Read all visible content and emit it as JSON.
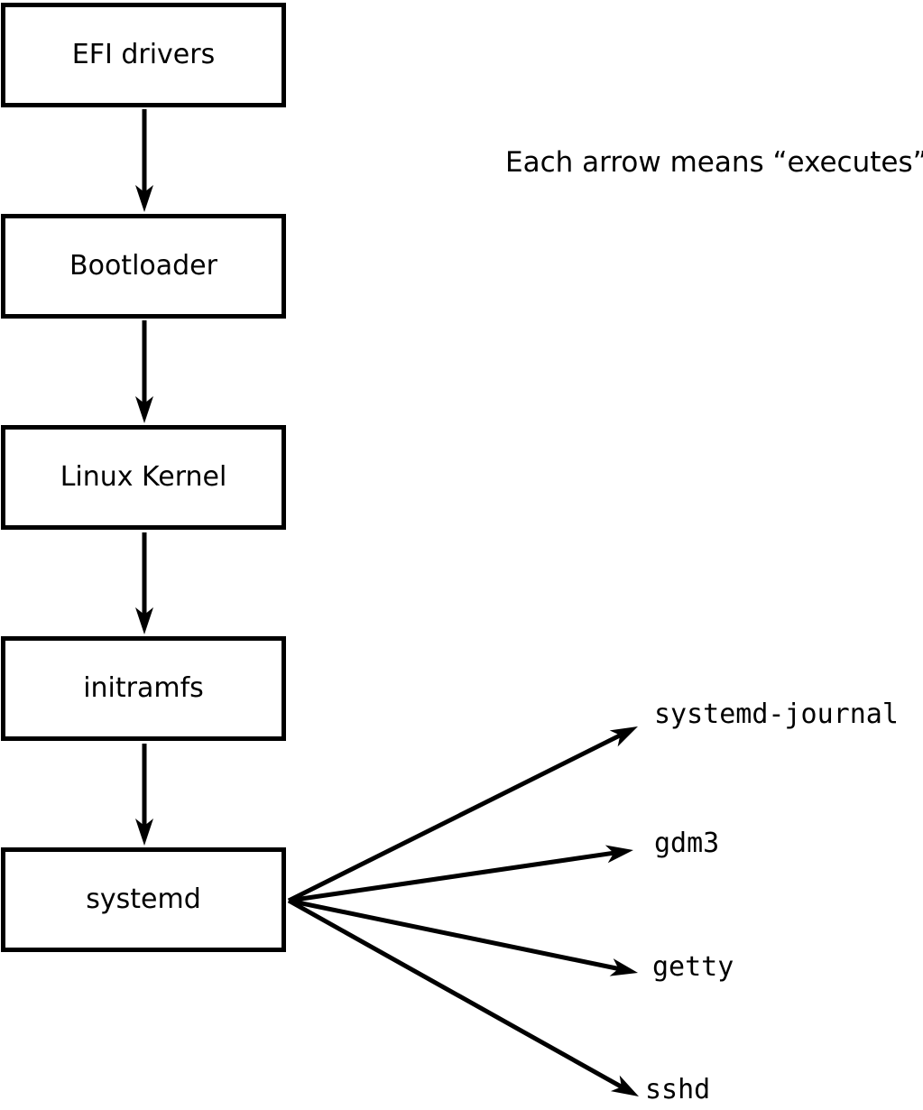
{
  "note": {
    "text": "Each arrow means “executes”.",
    "arrow_meaning": "executes"
  },
  "colors": {
    "line": "#000000",
    "text": "#000000",
    "box_fill": "#ffffff",
    "background": "#ffffff"
  },
  "boot_chain": [
    {
      "label": "EFI drivers"
    },
    {
      "label": "Bootloader"
    },
    {
      "label": "Linux Kernel"
    },
    {
      "label": "initramfs"
    },
    {
      "label": "systemd"
    }
  ],
  "spawned_processes": [
    {
      "label": "systemd-journal"
    },
    {
      "label": "gdm3"
    },
    {
      "label": "getty"
    },
    {
      "label": "sshd"
    }
  ],
  "edges": [
    {
      "from": "EFI drivers",
      "to": "Bootloader"
    },
    {
      "from": "Bootloader",
      "to": "Linux Kernel"
    },
    {
      "from": "Linux Kernel",
      "to": "initramfs"
    },
    {
      "from": "initramfs",
      "to": "systemd"
    },
    {
      "from": "systemd",
      "to": "systemd-journal"
    },
    {
      "from": "systemd",
      "to": "gdm3"
    },
    {
      "from": "systemd",
      "to": "getty"
    },
    {
      "from": "systemd",
      "to": "sshd"
    }
  ]
}
